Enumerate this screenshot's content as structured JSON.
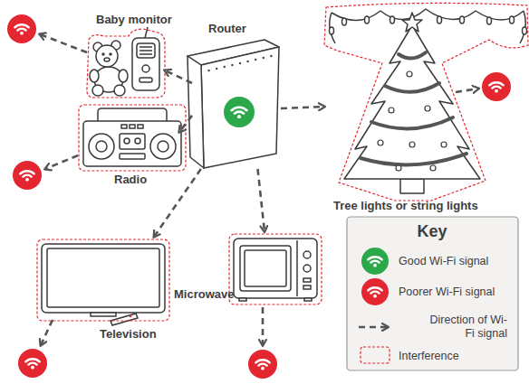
{
  "diagram": {
    "nodes": [
      {
        "text": [
          "Baby monitor"
        ]
      },
      {
        "text": [
          "Router"
        ]
      },
      {
        "text": [
          "Tree lights or string lights"
        ]
      },
      {
        "text": [
          "Radio"
        ]
      },
      {
        "text": [
          "Television"
        ]
      },
      {
        "text": [
          "Microwave"
        ]
      }
    ],
    "edges": [
      {
        "from": 1,
        "to": 0,
        "arrow": "to"
      },
      {
        "from": 1,
        "to": 2,
        "arrow": "to"
      },
      {
        "from": 1,
        "to": 3,
        "arrow": "to"
      },
      {
        "from": 1,
        "to": 4,
        "arrow": "to"
      },
      {
        "from": 1,
        "to": 5,
        "arrow": "to"
      }
    ],
    "labels": [
      "Key"
    ],
    "legend": [
      {
        "text": "Good Wi-Fi signal",
        "color": "#2aa84a"
      },
      {
        "text": "Poorer Wi-Fi signal",
        "color": "#e3262f"
      },
      {
        "text": "Direction of Wi-Fi signal"
      },
      {
        "text": "Interference"
      }
    ]
  }
}
